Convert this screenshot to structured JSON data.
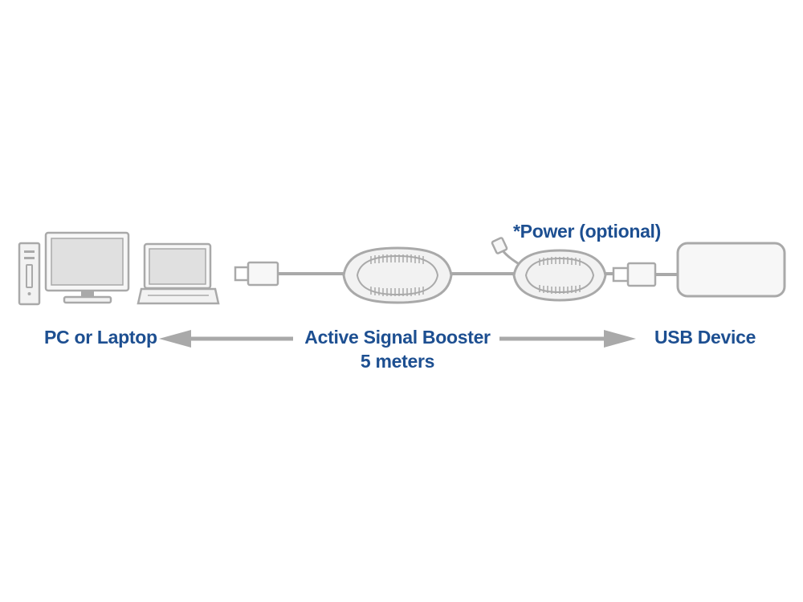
{
  "labels": {
    "pc": "PC or Laptop",
    "booster_line1": "Active Signal Booster",
    "booster_line2": "5 meters",
    "usb": "USB Device",
    "power": "*Power (optional)"
  },
  "colors": {
    "text": "#1d4f91",
    "line": "#a9a9a9",
    "dark_gray": "#8a8a8a",
    "fill_light": "#f2f2f2"
  }
}
